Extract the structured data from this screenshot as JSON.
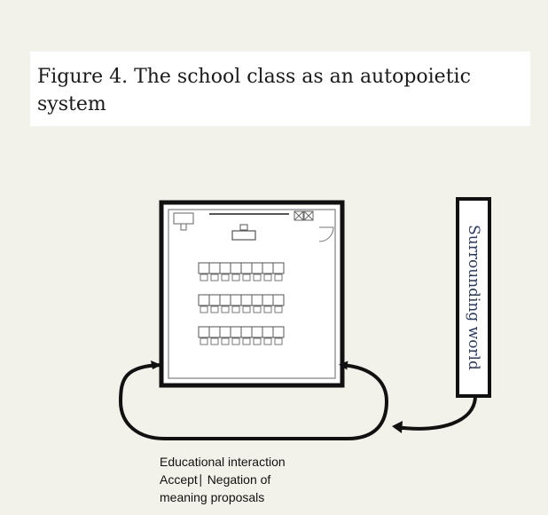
{
  "figure": {
    "caption": "Figure 4. The school class as an autopoietic system"
  },
  "classroom": {
    "desk_rows": 3,
    "desks_per_row": 8
  },
  "surrounding_world": {
    "label": "Surrounding world"
  },
  "interaction_loop": {
    "line1": "Educational interaction",
    "line2": "Accept∣ Negation of",
    "line3": "meaning proposals"
  },
  "colors": {
    "background": "#f2f1ea",
    "label_blue": "#2a3a66",
    "stroke": "#111111"
  }
}
